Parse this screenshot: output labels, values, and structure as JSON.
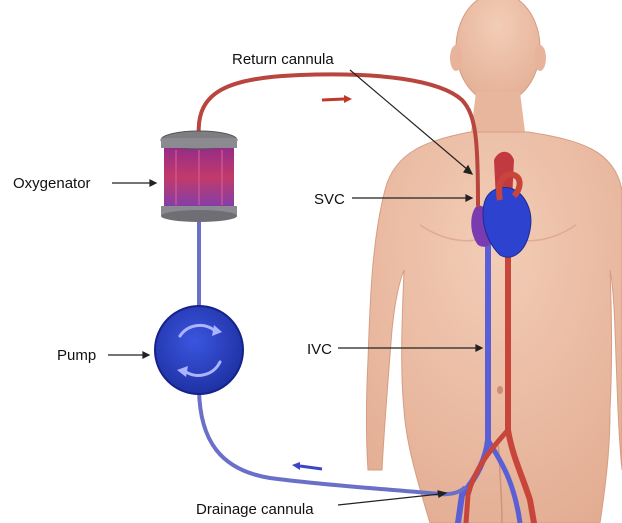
{
  "labels": {
    "return_cannula": "Return cannula",
    "oxygenator": "Oxygenator",
    "svc": "SVC",
    "pump": "Pump",
    "ivc": "IVC",
    "drainage_cannula": "Drainage cannula"
  },
  "colors": {
    "skin": "#efc2a8",
    "skin_shade": "#dba38a",
    "oxygenated": "#c8453c",
    "deoxygenated": "#5a5fd6",
    "pump": "#2a3fc4",
    "oxygenator_body": "#b83a72",
    "oxygenator_cap": "#7d7d82",
    "label_text": "#111111",
    "pointer_line": "#222222"
  },
  "icons": {
    "pump": "circular-arrows-icon",
    "flow_arrow_return": "arrow-right-icon",
    "flow_arrow_drainage": "arrow-left-icon"
  }
}
